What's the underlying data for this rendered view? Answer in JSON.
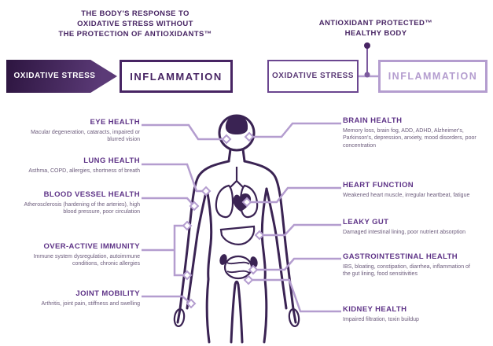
{
  "colors": {
    "dark_purple": "#2d1540",
    "outline_purple": "#3a2353",
    "mid_purple": "#5e3387",
    "light_purple": "#b49dcf",
    "muted_text": "#6b5b7b"
  },
  "title_left": {
    "line1": "THE BODY'S RESPONSE TO",
    "line2": "OXIDATIVE STRESS WITHOUT",
    "line3": "THE PROTECTION OF ANTIOXIDANTS™"
  },
  "title_right": {
    "line1": "ANTIOXIDANT PROTECTED™",
    "line2": "HEALTHY BODY"
  },
  "flow_left": {
    "oxidative": "OXIDATIVE STRESS",
    "inflammation": "INFLAMMATION"
  },
  "flow_right": {
    "oxidative": "OXIDATIVE STRESS",
    "inflammation": "INFLAMMATION"
  },
  "callouts_left": [
    {
      "title": "EYE HEALTH",
      "desc": "Macular degeneration, cataracts, impaired or blurred vision"
    },
    {
      "title": "LUNG HEALTH",
      "desc": "Asthma, COPD, allergies, shortness of breath"
    },
    {
      "title": "BLOOD VESSEL HEALTH",
      "desc": "Atherosclerosis (hardening of the arteries), high blood pressure, poor circulation"
    },
    {
      "title": "OVER-ACTIVE IMMUNITY",
      "desc": "Immune system dysregulation, autoimmune conditions, chronic allergies"
    },
    {
      "title": "JOINT MOBILITY",
      "desc": "Arthritis, joint pain, stiffness and swelling"
    }
  ],
  "callouts_right": [
    {
      "title": "BRAIN HEALTH",
      "desc": "Memory loss, brain fog, ADD, ADHD, Alzheimer's, Parkinson's, depression, anxiety, mood disorders, poor concentration"
    },
    {
      "title": "HEART FUNCTION",
      "desc": "Weakened heart muscle, irregular heartbeat, fatigue"
    },
    {
      "title": "LEAKY GUT",
      "desc": "Damaged intestinal lining, poor nutrient absorption"
    },
    {
      "title": "GASTROINTESTINAL HEALTH",
      "desc": "IBS, bloating, constipation, diarrhea, inflammation of the gut lining, food sensitivities"
    },
    {
      "title": "KIDNEY HEALTH",
      "desc": "Impaired filtration, toxin buildup"
    }
  ]
}
